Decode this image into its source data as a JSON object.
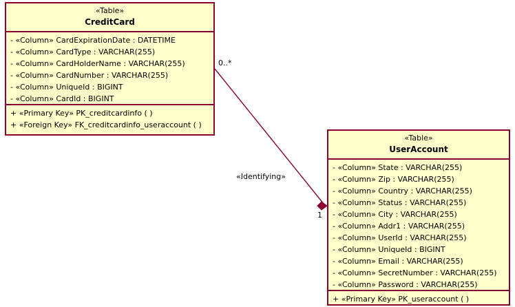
{
  "diagram": {
    "type": "uml-class-diagram",
    "background_color": "#ffffff",
    "class_fill_color": "#ffffcc",
    "class_border_color": "#8b0030",
    "connector_color": "#8b0030"
  },
  "classes": [
    {
      "id": "creditcard",
      "stereotype": "«Table»",
      "name": "CreditCard",
      "attributes": [
        "-  «Column» CardExpirationDate : DATETIME",
        "-  «Column» CardType : VARCHAR(255)",
        "-  «Column» CardHolderName : VARCHAR(255)",
        "-  «Column» CardNumber : VARCHAR(255)",
        "-  «Column» UniqueId : BIGINT",
        "-  «Column» CardId : BIGINT"
      ],
      "operations": [
        "+  «Primary Key» PK_creditcardinfo ( )",
        "+  «Foreign Key» FK_creditcardinfo_useraccount ( )"
      ]
    },
    {
      "id": "useraccount",
      "stereotype": "«Table»",
      "name": "UserAccount",
      "attributes": [
        "-  «Column» State : VARCHAR(255)",
        "-  «Column» Zip : VARCHAR(255)",
        "-  «Column» Country : VARCHAR(255)",
        "-  «Column» Status : VARCHAR(255)",
        "-  «Column» City : VARCHAR(255)",
        "-  «Column» Addr1 : VARCHAR(255)",
        "-  «Column» UserId : VARCHAR(255)",
        "-  «Column» UniqueId : BIGINT",
        "-  «Column» Email : VARCHAR(255)",
        "-  «Column» SecretNumber : VARCHAR(255)",
        "-  «Column» Password : VARCHAR(255)"
      ],
      "operations": [
        "+  «Primary Key» PK_useraccount ( )"
      ]
    }
  ],
  "relationship": {
    "kind": "composition",
    "stereotype_label": "«Identifying»",
    "source_multiplicity": "0..*",
    "target_multiplicity": "1",
    "source": "CreditCard",
    "target": "UserAccount"
  }
}
